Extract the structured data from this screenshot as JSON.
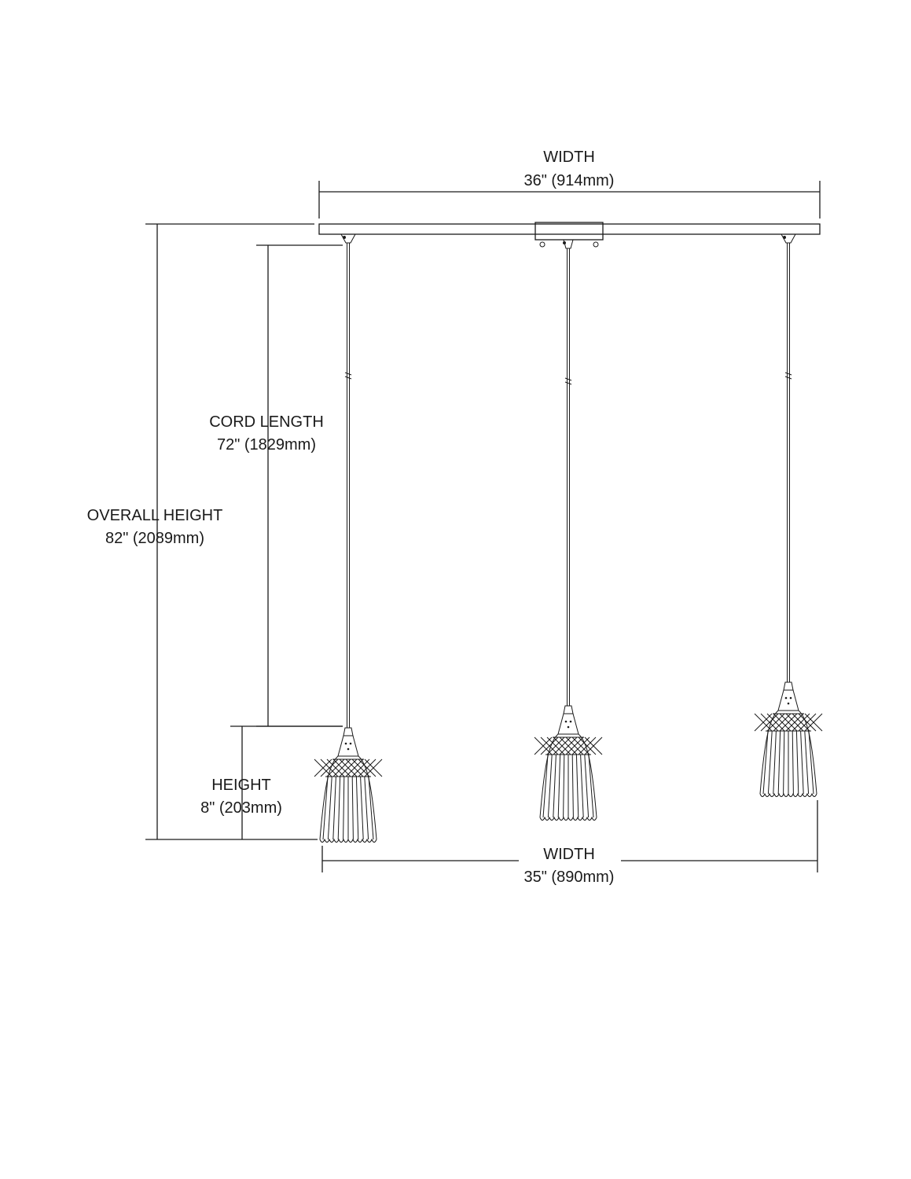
{
  "dimensions": {
    "top_width": {
      "label": "WIDTH",
      "value": "36\" (914mm)"
    },
    "cord_length": {
      "label": "CORD LENGTH",
      "value": "72\" (1829mm)"
    },
    "overall_height": {
      "label": "OVERALL HEIGHT",
      "value": "82\" (2089mm)"
    },
    "height": {
      "label": "HEIGHT",
      "value": "8\" (203mm)"
    },
    "bottom_width": {
      "label": "WIDTH",
      "value": "35\" (890mm)"
    }
  }
}
